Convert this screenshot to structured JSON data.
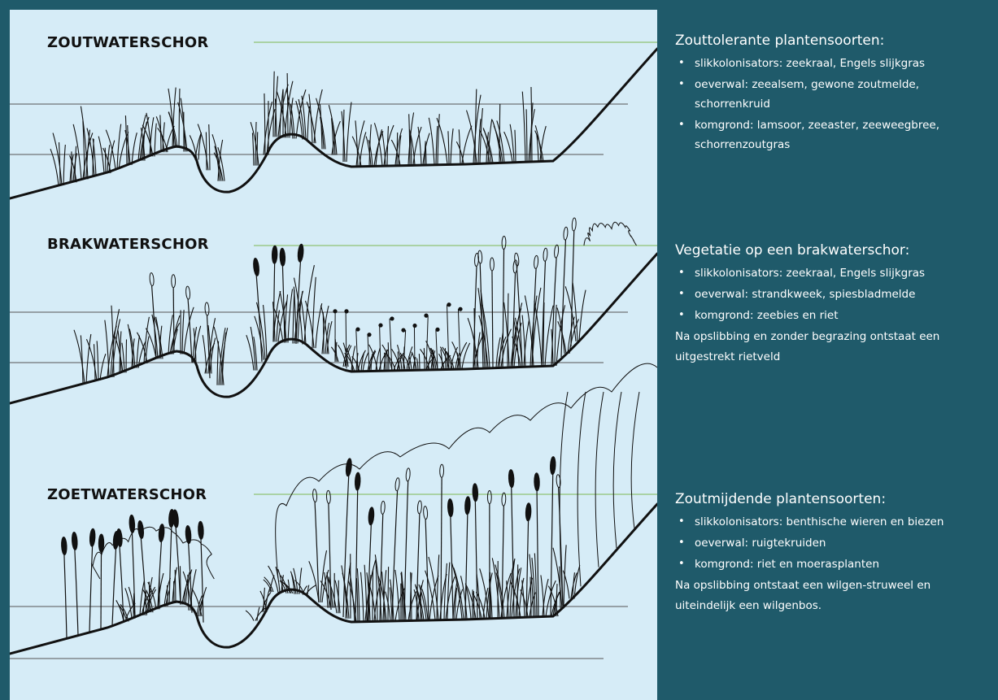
{
  "diagram": {
    "zones": [
      {
        "id": "salt",
        "title": "ZOUTWATERSCHOR"
      },
      {
        "id": "brack",
        "title": "BRAKWATERSCHOR"
      },
      {
        "id": "fresh",
        "title": "ZOETWATERSCHOR"
      }
    ],
    "colors": {
      "water_background": "#d6ecf7",
      "panel_background": "#1f5a6a",
      "high_water_line": "#9cc98a",
      "tide_line": "#555555",
      "ground_line": "#111111"
    }
  },
  "panel": {
    "sections": [
      {
        "title": "Zouttolerante plantensoorten:",
        "items": [
          "slikkolonisators:  zeekraal, Engels slijkgras",
          "oeverwal: zeealsem, gewone zoutmelde, schorrenkruid",
          "komgrond: lamsoor, zeeaster, zeeweegbree, schorrenzoutgras"
        ],
        "note": ""
      },
      {
        "title": "Vegetatie op een brakwaterschor:",
        "items": [
          "slikkolonisators:  zeekraal, Engels slijkgras",
          "oeverwal: strandkweek, spiesbladmelde",
          "komgrond: zeebies en riet"
        ],
        "note": "Na opslibbing en zonder begrazing ontstaat een uitgestrekt rietveld"
      },
      {
        "title": "Zoutmijdende plantensoorten:",
        "items": [
          "slikkolonisators:  benthische wieren en biezen",
          "oeverwal: ruigtekruiden",
          "komgrond: riet en moerasplanten"
        ],
        "note": "Na opslibbing ontstaat een wilgen-struweel en uiteindelijk een wilgenbos."
      }
    ]
  }
}
